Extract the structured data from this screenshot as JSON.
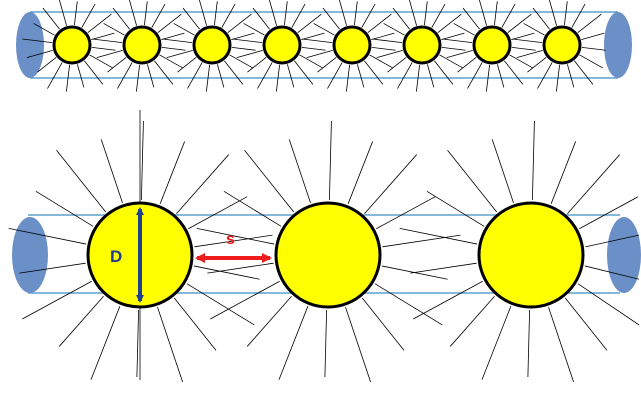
{
  "colors": {
    "particle_fill": "#ffff00",
    "particle_stroke": "#000000",
    "tube_end_fill": "#6b8fc7",
    "tube_line": "#5ea0d0",
    "ray": "#000000",
    "diameter_arrow": "#1f3f8f",
    "spacing_arrow": "#ee1c1c"
  },
  "top_chain": {
    "particle_count": 8
  },
  "bottom_row": {
    "particle_count": 3,
    "labels": {
      "diameter": "D",
      "spacing": "s"
    }
  }
}
